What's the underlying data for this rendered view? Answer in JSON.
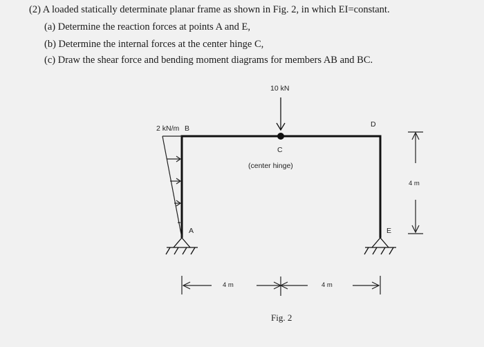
{
  "problem": {
    "heading": "(2) A loaded statically determinate planar frame as shown in Fig. 2, in which EI=constant.",
    "part_a": "(a) Determine the reaction forces at points A and E,",
    "part_b": "(b) Determine the internal forces at the center hinge C,",
    "part_c": "(c) Draw the shear force and bending moment diagrams for members AB and BC."
  },
  "figure": {
    "point_load": "10 kN",
    "distributed_load": "2 kN/m",
    "node_b": "B",
    "node_c": "C",
    "node_d": "D",
    "node_a": "A",
    "node_e": "E",
    "hinge_label": "(center hinge)",
    "height_dim": "4 m",
    "left_span": "4 m",
    "right_span": "4 m",
    "caption": "Fig. 2"
  }
}
